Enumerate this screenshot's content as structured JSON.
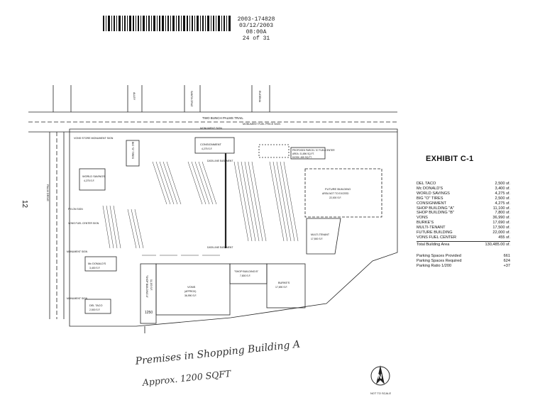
{
  "header": {
    "document_number": "2003-174828",
    "record_stamp": "03/12/2003 08:00A",
    "page_of": "24 of 31"
  },
  "page_number": "12",
  "exhibit": {
    "title": "EXHIBIT C-1",
    "area_table": [
      {
        "name": "DEL TACO",
        "area": "2,500 sf."
      },
      {
        "name": "Mc DONALD'S",
        "area": "3,400 sf."
      },
      {
        "name": "WORLD SAVINGS",
        "area": "4,275 sf."
      },
      {
        "name": "BIG \"O\" TIRES",
        "area": "2,500 sf."
      },
      {
        "name": "CONSIGNMENT",
        "area": "4,275 sf."
      },
      {
        "name": "SHOP BUILDING \"A\"",
        "area": "11,100 sf."
      },
      {
        "name": "SHOP BUILDING \"B\"",
        "area": "7,800 sf."
      },
      {
        "name": "VONS",
        "area": "36,990 sf."
      },
      {
        "name": "BURKE'S",
        "area": "17,690 sf."
      },
      {
        "name": "MULTI-TENANT",
        "area": "17,500 sf."
      },
      {
        "name": "FUTURE BUILDING",
        "area": "22,000 sf."
      },
      {
        "name": "VONS FUEL CENTER",
        "area": "455 sf."
      }
    ],
    "total": {
      "label": "Total Building Area",
      "value": "130,485.00 sf."
    },
    "parking": [
      {
        "label": "Parking Spaces Provided",
        "value": "661"
      },
      {
        "label": "Parking Spaces Required",
        "value": "624"
      },
      {
        "label": "Parking Ratio   1/200",
        "value": "+37"
      }
    ]
  },
  "plan_labels": {
    "street_top": "TWO BUNCH PALMS TRAIL",
    "street_left": "PALM DRIVE",
    "alley": "ALLEY",
    "santa_cruz": "SANTA CRUZ",
    "eugenia": "EUGENIA",
    "vons_monument": "VONS STORE MONUMENT SIGN",
    "monument_sign": "MONUMENT SIGN",
    "monument_fuel": "MONUMENT FUEL PRICE SIGN",
    "consignment": "CONSIGNMENT",
    "consignment_sf": "4,275 S.F.",
    "big_o": "BIG \"O\" TIRES",
    "world_savings": "WORLD SAVINGS",
    "world_savings_sf": "4,275 S.F.",
    "proposed_fuel": "PROPOSED PARCEL \"A\" FUEL CENTER",
    "proposed_fuel_area": "AREA: 31,896 SQ.FT.",
    "proposed_fuel_kiosk": "KIOSK: 455 SQ.FT.",
    "data_line_1": "DATA LINE EASEMENT",
    "data_line_2": "DATA LINE EASEMENT",
    "future_building": "FUTURE BUILDING",
    "future_building_note": "AREA NOT TO EXCEED",
    "future_building_sf": "22,000 S.F.",
    "multi_tenant": "MULTI-TENANT",
    "multi_tenant_sf": "17,500 S.F.",
    "pylon_sign": "PYLON SIGN",
    "vons_fuel_center_sign": "VONS FUEL CENTER SIGN",
    "monument_sign_2": "MONUMENT SIGN",
    "mcdonalds": "Mc DONALD'S",
    "mcdonalds_sf": "3,400 S.F.",
    "del_taco": "DEL TACO",
    "del_taco_sf": "2,500 S.F.",
    "monument_sign_3": "MONUMENT SIGN",
    "shop_a": "\"SHOP BUILDING A\"",
    "shop_a_sf": "11,100 S.F.",
    "vons": "VONS",
    "vons_note": "(APPROX)",
    "vons_sf": "36,990 S.F.",
    "shop_b": "\"SHOP BUILDING B\"",
    "shop_b_sf": "7,800 S.F.",
    "burkes": "BURKE'S",
    "burkes_sf": "17,690 S.F.",
    "premises_box": "1250"
  },
  "handwriting": {
    "line1": "Premises in Shopping Building A",
    "line2": "Approx. 1200 SQFT"
  },
  "compass": {
    "label": "N",
    "note": "NOT TO SCALE"
  }
}
